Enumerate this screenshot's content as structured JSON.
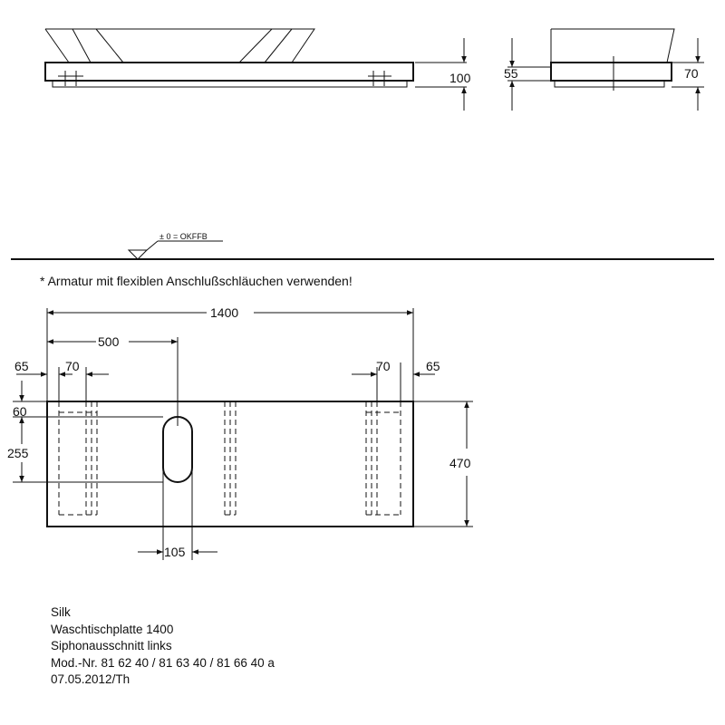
{
  "note": "* Armatur mit flexiblen Anschlußschläuchen verwenden!",
  "floor_label": "± 0 = OKFFB",
  "side_view": {
    "dims": {
      "height_total": "100"
    }
  },
  "end_view": {
    "dims": {
      "left": "55",
      "right": "70"
    }
  },
  "plan_view": {
    "dims": {
      "overall_width": "1400",
      "left_offset": "500",
      "left_edge": "65",
      "left_rail": "70",
      "right_rail": "70",
      "right_edge": "65",
      "top_offset": "60",
      "cutout_height": "255",
      "depth": "470",
      "cutout_width": "105"
    }
  },
  "title_block": {
    "line1": "Silk",
    "line2": "Waschtischplatte 1400",
    "line3": "Siphonausschnitt  links",
    "line4": "Mod.-Nr. 81 62 40 / 81 63 40 / 81 66 40 a",
    "line5": "07.05.2012/Th"
  }
}
